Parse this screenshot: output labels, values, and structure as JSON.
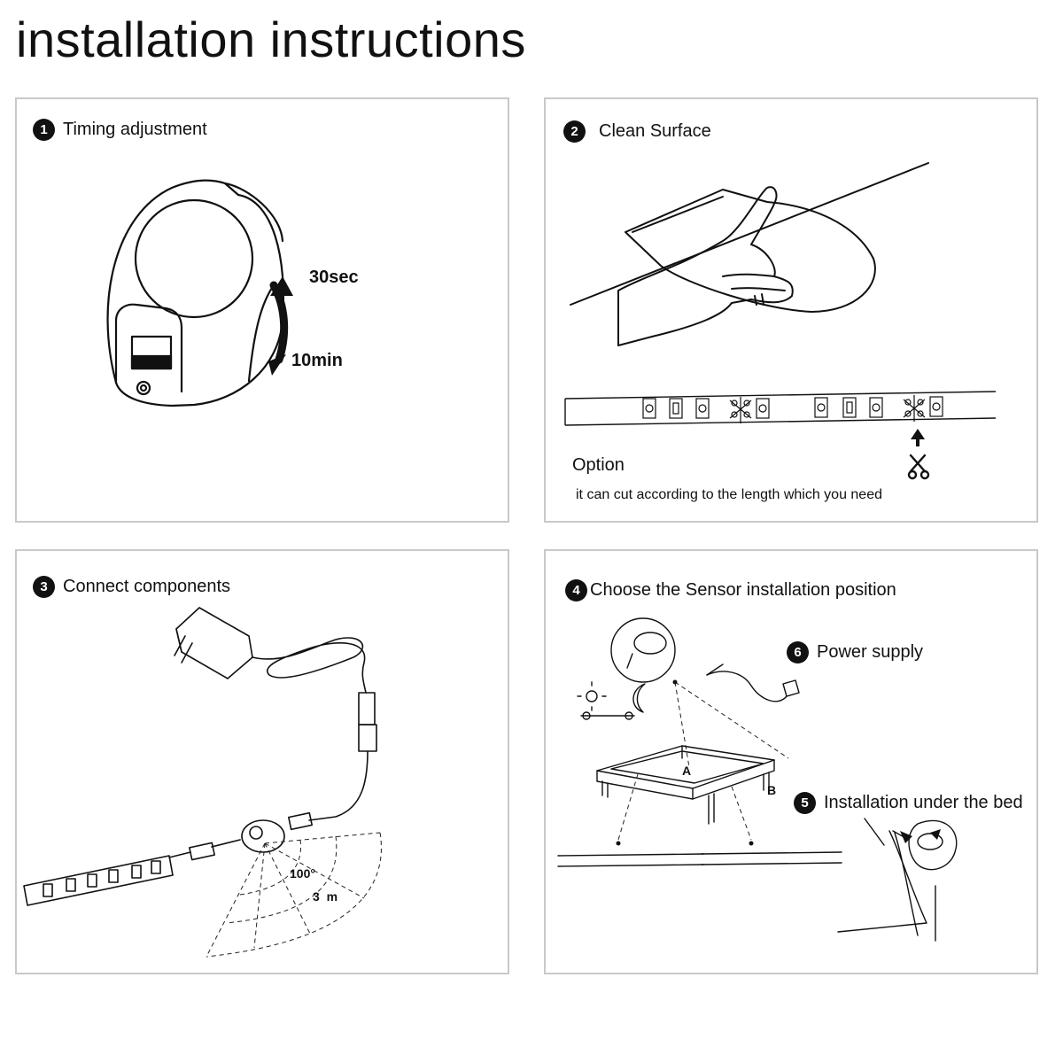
{
  "page": {
    "title": "installation instructions"
  },
  "steps": {
    "timing": {
      "number": "1",
      "label": "Timing adjustment",
      "max_label": "30sec",
      "min_label": "10min"
    },
    "clean": {
      "number": "2",
      "label": "Clean Surface",
      "option_label": "Option",
      "option_note": "it can cut according to the length which you need"
    },
    "connect": {
      "number": "3",
      "label": "Connect components",
      "angle_label": "100°",
      "range_label": "3  m"
    },
    "sensor": {
      "number": "4",
      "label": "Choose the Sensor installation position",
      "point_a": "A",
      "point_b": "B"
    },
    "under_bed": {
      "number": "5",
      "label": "Installation under the bed"
    },
    "power": {
      "number": "6",
      "label": "Power supply"
    }
  },
  "icons": {
    "scissors": "scissors-icon",
    "arrow": "arrow-up-icon",
    "sun": "sun-icon",
    "moon": "moon-icon"
  },
  "colors": {
    "panel_border": "#c9c9c9",
    "ink": "#111111",
    "background": "#ffffff"
  }
}
